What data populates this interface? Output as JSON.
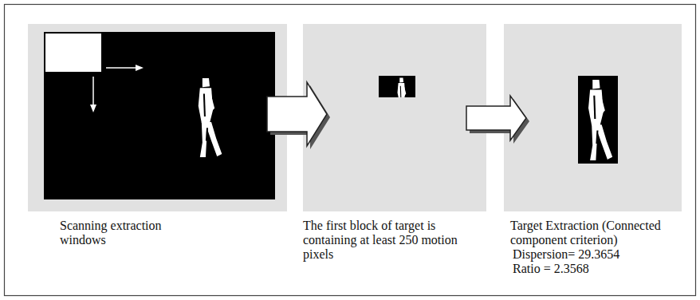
{
  "diagram": {
    "nodes": [
      {
        "text": [
          "Scanning extraction windows"
        ]
      },
      {
        "text": [
          "The first block of target is containing at least 250 motion pixels"
        ]
      },
      {
        "text": [
          "Target Extraction (Connected component criterion)",
          "Dispersion= 29.3654",
          "Ratio = 2.3568"
        ]
      }
    ],
    "edges": [
      {
        "from": 0,
        "to": 1,
        "arrow": "to"
      },
      {
        "from": 1,
        "to": 2,
        "arrow": "to"
      }
    ]
  }
}
